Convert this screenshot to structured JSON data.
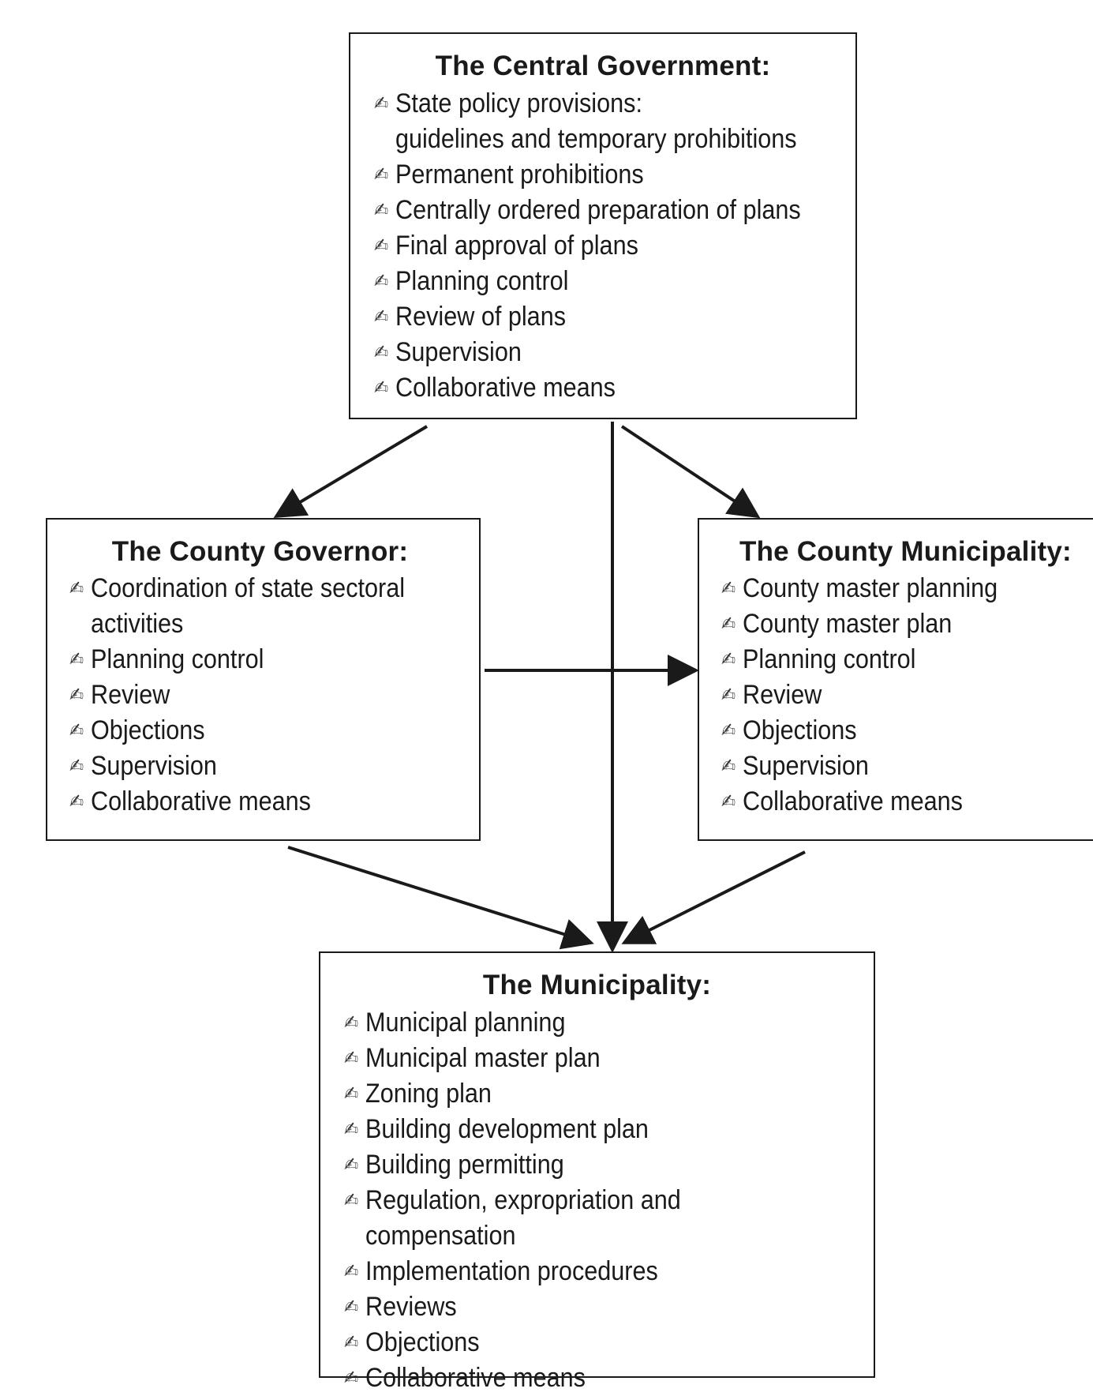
{
  "icon": "writing-hand-icon",
  "colors": {
    "line": "#1a1a1a",
    "background": "#ffffff"
  },
  "central": {
    "title": "The Central Government:",
    "items": [
      "State policy provisions:\nguidelines and temporary prohibitions",
      "Permanent prohibitions",
      "Centrally ordered preparation of plans",
      "Final approval of plans",
      "Planning control",
      "Review of plans",
      "Supervision",
      "Collaborative means"
    ]
  },
  "governor": {
    "title": "The County Governor:",
    "items": [
      "Coordination of state sectoral\nactivities",
      "Planning control",
      "Review",
      "Objections",
      "Supervision",
      "Collaborative means"
    ]
  },
  "county_municipality": {
    "title": "The County Municipality:",
    "items": [
      "County master planning",
      "County master plan",
      "Planning control",
      "Review",
      "Objections",
      "Supervision",
      "Collaborative means"
    ]
  },
  "municipality": {
    "title": "The Municipality:",
    "items": [
      "Municipal planning",
      "Municipal master plan",
      "Zoning plan",
      "Building development plan",
      "Building permitting",
      "Regulation, expropriation and compensation",
      "Implementation procedures",
      "Reviews",
      "Objections",
      "Collaborative means"
    ]
  }
}
